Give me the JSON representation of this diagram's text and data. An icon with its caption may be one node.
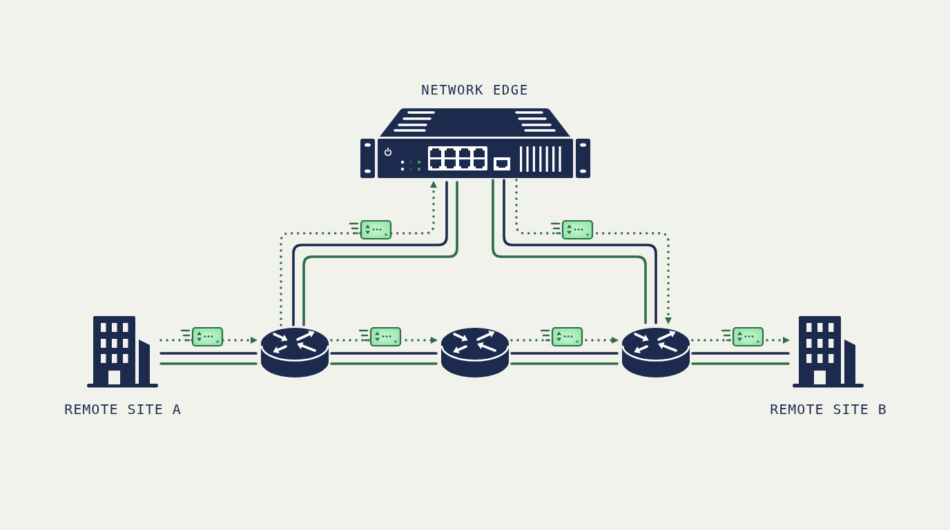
{
  "diagram": {
    "nodes": [
      {
        "text": [
          "NETWORK EDGE"
        ]
      },
      {
        "text": [
          "REMOTE SITE A"
        ]
      },
      {
        "text": [],
        "shape": "cylinder"
      },
      {
        "text": [],
        "shape": "cylinder"
      },
      {
        "text": [],
        "shape": "cylinder"
      },
      {
        "text": [
          "REMOTE SITE B"
        ]
      }
    ],
    "edges": [
      {
        "from": 2,
        "to": 0,
        "arrow": "to",
        "style": "dashed"
      },
      {
        "from": 2,
        "to": 0,
        "arrow": "none",
        "color": "#1c2a4d"
      },
      {
        "from": 2,
        "to": 0,
        "arrow": "none"
      },
      {
        "from": 0,
        "to": 4,
        "arrow": "to",
        "style": "dashed"
      },
      {
        "from": 0,
        "to": 4,
        "arrow": "none",
        "color": "#1c2a4d"
      },
      {
        "from": 0,
        "to": 4,
        "arrow": "none"
      },
      {
        "from": 1,
        "to": 2,
        "arrow": "to",
        "style": "dashed"
      },
      {
        "from": 1,
        "to": 2,
        "arrow": "none",
        "color": "#1c2a4d"
      },
      {
        "from": 1,
        "to": 2,
        "arrow": "none"
      },
      {
        "from": 2,
        "to": 3,
        "arrow": "to",
        "style": "dashed"
      },
      {
        "from": 2,
        "to": 3,
        "arrow": "none",
        "color": "#1c2a4d"
      },
      {
        "from": 2,
        "to": 3,
        "arrow": "none"
      },
      {
        "from": 3,
        "to": 4,
        "arrow": "to",
        "style": "dashed"
      },
      {
        "from": 3,
        "to": 4,
        "arrow": "none",
        "color": "#1c2a4d"
      },
      {
        "from": 3,
        "to": 4,
        "arrow": "none"
      },
      {
        "from": 4,
        "to": 5,
        "arrow": "to",
        "style": "dashed"
      },
      {
        "from": 4,
        "to": 5,
        "arrow": "none",
        "color": "#1c2a4d"
      },
      {
        "from": 4,
        "to": 5,
        "arrow": "none"
      }
    ]
  }
}
